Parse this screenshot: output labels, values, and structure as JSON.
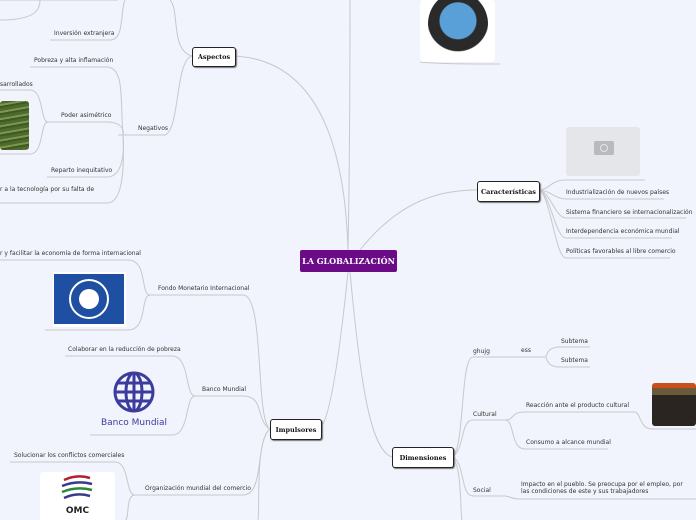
{
  "center": {
    "title": "LA GLOBALIZACIÓN"
  },
  "aspectos": {
    "label": "Aspectos",
    "items": [
      "Inversión extranjera"
    ],
    "negativos": {
      "label": "Negativos",
      "items": [
        "Pobreza y alta inflamación",
        "Poder asimétrico",
        "Reparto inequitativo",
        "r a la tecnología por su falta de"
      ],
      "poder_sub": "sarrollados"
    }
  },
  "impulsores": {
    "label": "Impulsores",
    "fmi": {
      "label": "Fondo Monetario Internacional",
      "sub": "r y facilitar la economía de forma internacional"
    },
    "banco": {
      "label": "Banco Mundial",
      "sub": "Colaborar en la reducción de pobreza",
      "logo_text": "Banco Mundial"
    },
    "omc": {
      "label": "Organización mundial del comercio",
      "sub": "Solucionar los conflictos comerciales",
      "logo_text": "OMC"
    }
  },
  "caracteristicas": {
    "label": "Características",
    "items": [
      "Industrialización de nuevos países",
      "Sistema financiero se internacionalización",
      "Interdependencia económica mundial",
      "Políticas favorables al libre comercio"
    ]
  },
  "dimensiones": {
    "label": "Dimensiones",
    "ghujg": {
      "label": "ghujg",
      "sub": "ess",
      "subtemas": [
        "Subtema",
        "Subtema"
      ]
    },
    "cultural": {
      "label": "Cultural",
      "items": [
        "Reacción ante el producto cultural",
        "Consumo a alcance mundial"
      ]
    },
    "social": {
      "label": "Social",
      "items": [
        "Impacto en el pueblo. Se preocupa por el empleo, por las condiciones de este y sus trabajadores"
      ]
    }
  },
  "colors": {
    "center": "#6c0b88",
    "background": "#f1f4fc",
    "line": "#c8c8cc"
  }
}
